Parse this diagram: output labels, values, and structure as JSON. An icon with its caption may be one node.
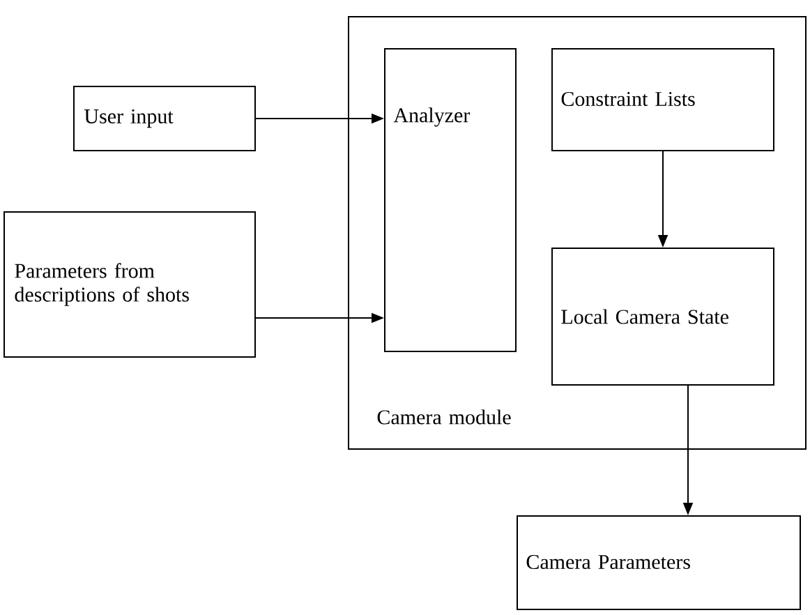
{
  "diagram": {
    "nodes": [
      {
        "text": [
          "Camera module"
        ]
      },
      {
        "text": [
          "User input"
        ]
      },
      {
        "text": [
          "Parameters from descriptions of shots"
        ]
      },
      {
        "text": [
          "Analyzer"
        ],
        "in": 0
      },
      {
        "text": [
          "Constraint Lists"
        ],
        "in": 0
      },
      {
        "text": [
          "Local Camera State"
        ],
        "in": 0
      },
      {
        "text": [
          "Camera Parameters"
        ]
      }
    ],
    "edges": [
      {
        "from": 1,
        "to": 3,
        "arrow": "to"
      },
      {
        "from": 2,
        "to": 3,
        "arrow": "to"
      },
      {
        "from": 4,
        "to": 5,
        "arrow": "to"
      },
      {
        "from": 5,
        "to": 6,
        "arrow": "to"
      }
    ]
  }
}
